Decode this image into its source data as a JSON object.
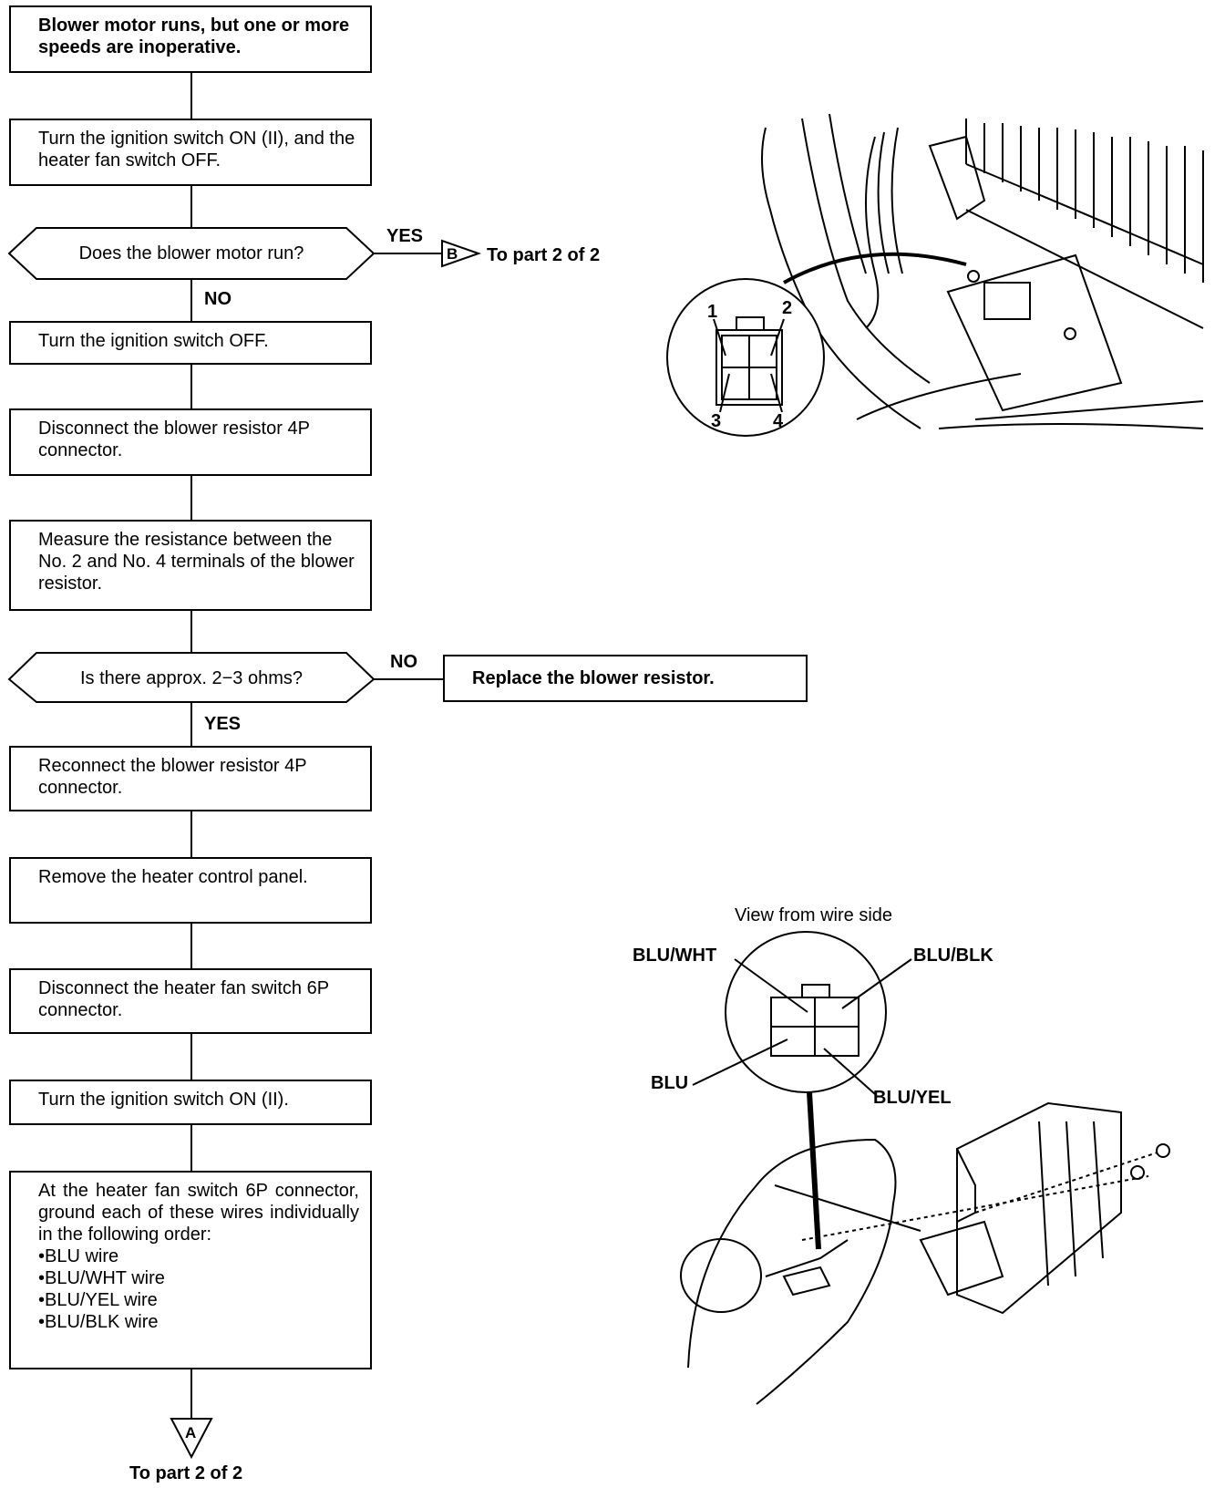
{
  "flowchart": {
    "start": "Blower motor runs, but one or more speeds are inoperative.",
    "step1": "Turn the ignition switch ON (II), and the heater fan switch OFF.",
    "decision1": {
      "question": "Does the blower motor run?",
      "yes_label": "YES",
      "no_label": "NO",
      "yes_target": "To part 2 of 2",
      "yes_connector": "B"
    },
    "step2": "Turn the ignition switch OFF.",
    "step3": "Disconnect the blower resistor 4P connector.",
    "step4": "Measure the resistance between the No. 2 and No. 4 terminals of the blower resistor.",
    "decision2": {
      "question": "Is there approx. 2−3 ohms?",
      "no_label": "NO",
      "yes_label": "YES",
      "no_action": "Replace the blower resistor."
    },
    "step5": "Reconnect the blower resistor 4P connector.",
    "step6": "Remove the heater control panel.",
    "step7": "Disconnect the heater fan switch 6P connector.",
    "step8": "Turn the ignition switch ON (II).",
    "step9": {
      "intro": "At the heater fan switch 6P connector, ground each of these wires individually in the following order:",
      "items": [
        "BLU wire",
        "BLU/WHT wire",
        "BLU/YEL wire",
        "BLU/BLK wire"
      ]
    },
    "end_connector": "A",
    "end_label": "To part 2 of 2"
  },
  "resistor_diagram": {
    "terminals": [
      "1",
      "2",
      "3",
      "4"
    ]
  },
  "fan_switch_diagram": {
    "title": "View from wire side",
    "wire_labels": [
      "BLU/WHT",
      "BLU/BLK",
      "BLU",
      "BLU/YEL"
    ]
  }
}
